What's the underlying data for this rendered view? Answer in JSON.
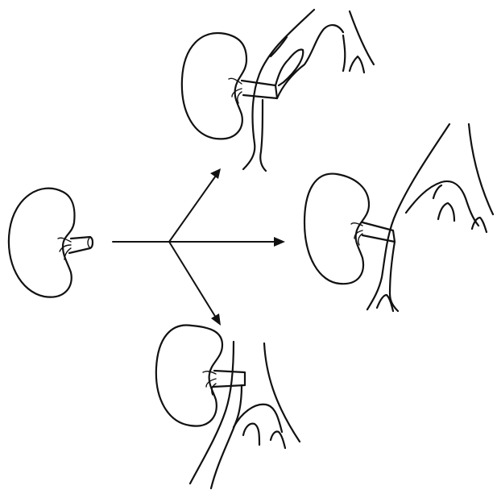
{
  "figure": {
    "description_visible_text": [],
    "panels": [
      {
        "id": "donor-kidney"
      },
      {
        "id": "transplant-variant-upper"
      },
      {
        "id": "transplant-variant-right"
      },
      {
        "id": "transplant-variant-lower"
      }
    ],
    "arrows": [
      "to-upper",
      "to-right",
      "to-lower"
    ],
    "colors": {
      "ink": "#111111",
      "background": "#ffffff"
    }
  }
}
